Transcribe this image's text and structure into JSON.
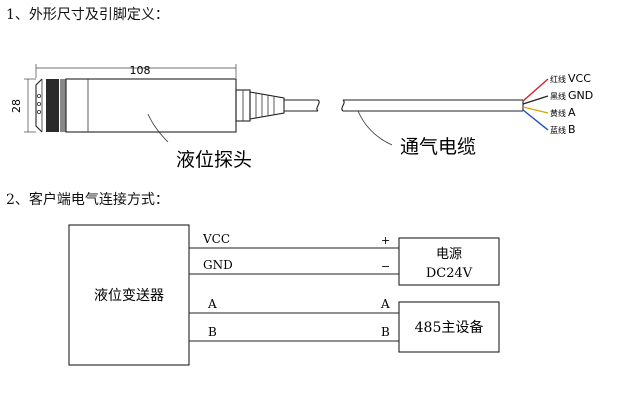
{
  "section1": {
    "title": "1、外形尺寸及引脚定义："
  },
  "section2": {
    "title": "2、客户端电气连接方式："
  },
  "probe": {
    "dim_length": "108",
    "dim_diameter": "28",
    "label": "液位探头"
  },
  "cable": {
    "label": "通气电缆",
    "pins": [
      {
        "color_name": "红线",
        "signal": "VCC",
        "color": "#d4202a"
      },
      {
        "color_name": "黑线",
        "signal": "GND",
        "color": "#222222"
      },
      {
        "color_name": "黄线",
        "signal": "A",
        "color": "#d8a400"
      },
      {
        "color_name": "蓝线",
        "signal": "B",
        "color": "#1f4fb5"
      }
    ]
  },
  "wiring": {
    "transmitter": "液位变送器",
    "power_line1": "电源",
    "power_line2": "DC24V",
    "master": "485主设备",
    "lines": [
      {
        "left": "VCC",
        "right": "+"
      },
      {
        "left": "GND",
        "right": "−"
      },
      {
        "left": "A",
        "right": "A"
      },
      {
        "left": "B",
        "right": "B"
      }
    ]
  }
}
